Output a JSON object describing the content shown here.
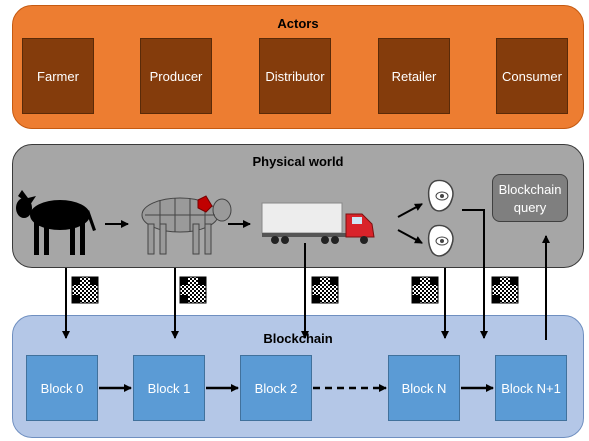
{
  "actors": {
    "title": "Actors",
    "items": [
      "Farmer",
      "Producer",
      "Distributor",
      "Retailer",
      "Consumer"
    ]
  },
  "physical_world": {
    "title": "Physical world",
    "query_button": "Blockchain query",
    "icons": [
      "cow-icon",
      "butchered-cow-icon",
      "truck-icon",
      "meat-icon",
      "meat-icon"
    ]
  },
  "blockchain": {
    "title": "Blockchain",
    "blocks": [
      "Block 0",
      "Block 1",
      "Block 2",
      "Block N",
      "Block N+1"
    ]
  },
  "colors": {
    "actors_bg": "#ed7d31",
    "actor_box": "#843c0c",
    "world_bg": "#a6a6a6",
    "chain_bg": "#b4c7e7",
    "block_box": "#5b9bd5"
  }
}
